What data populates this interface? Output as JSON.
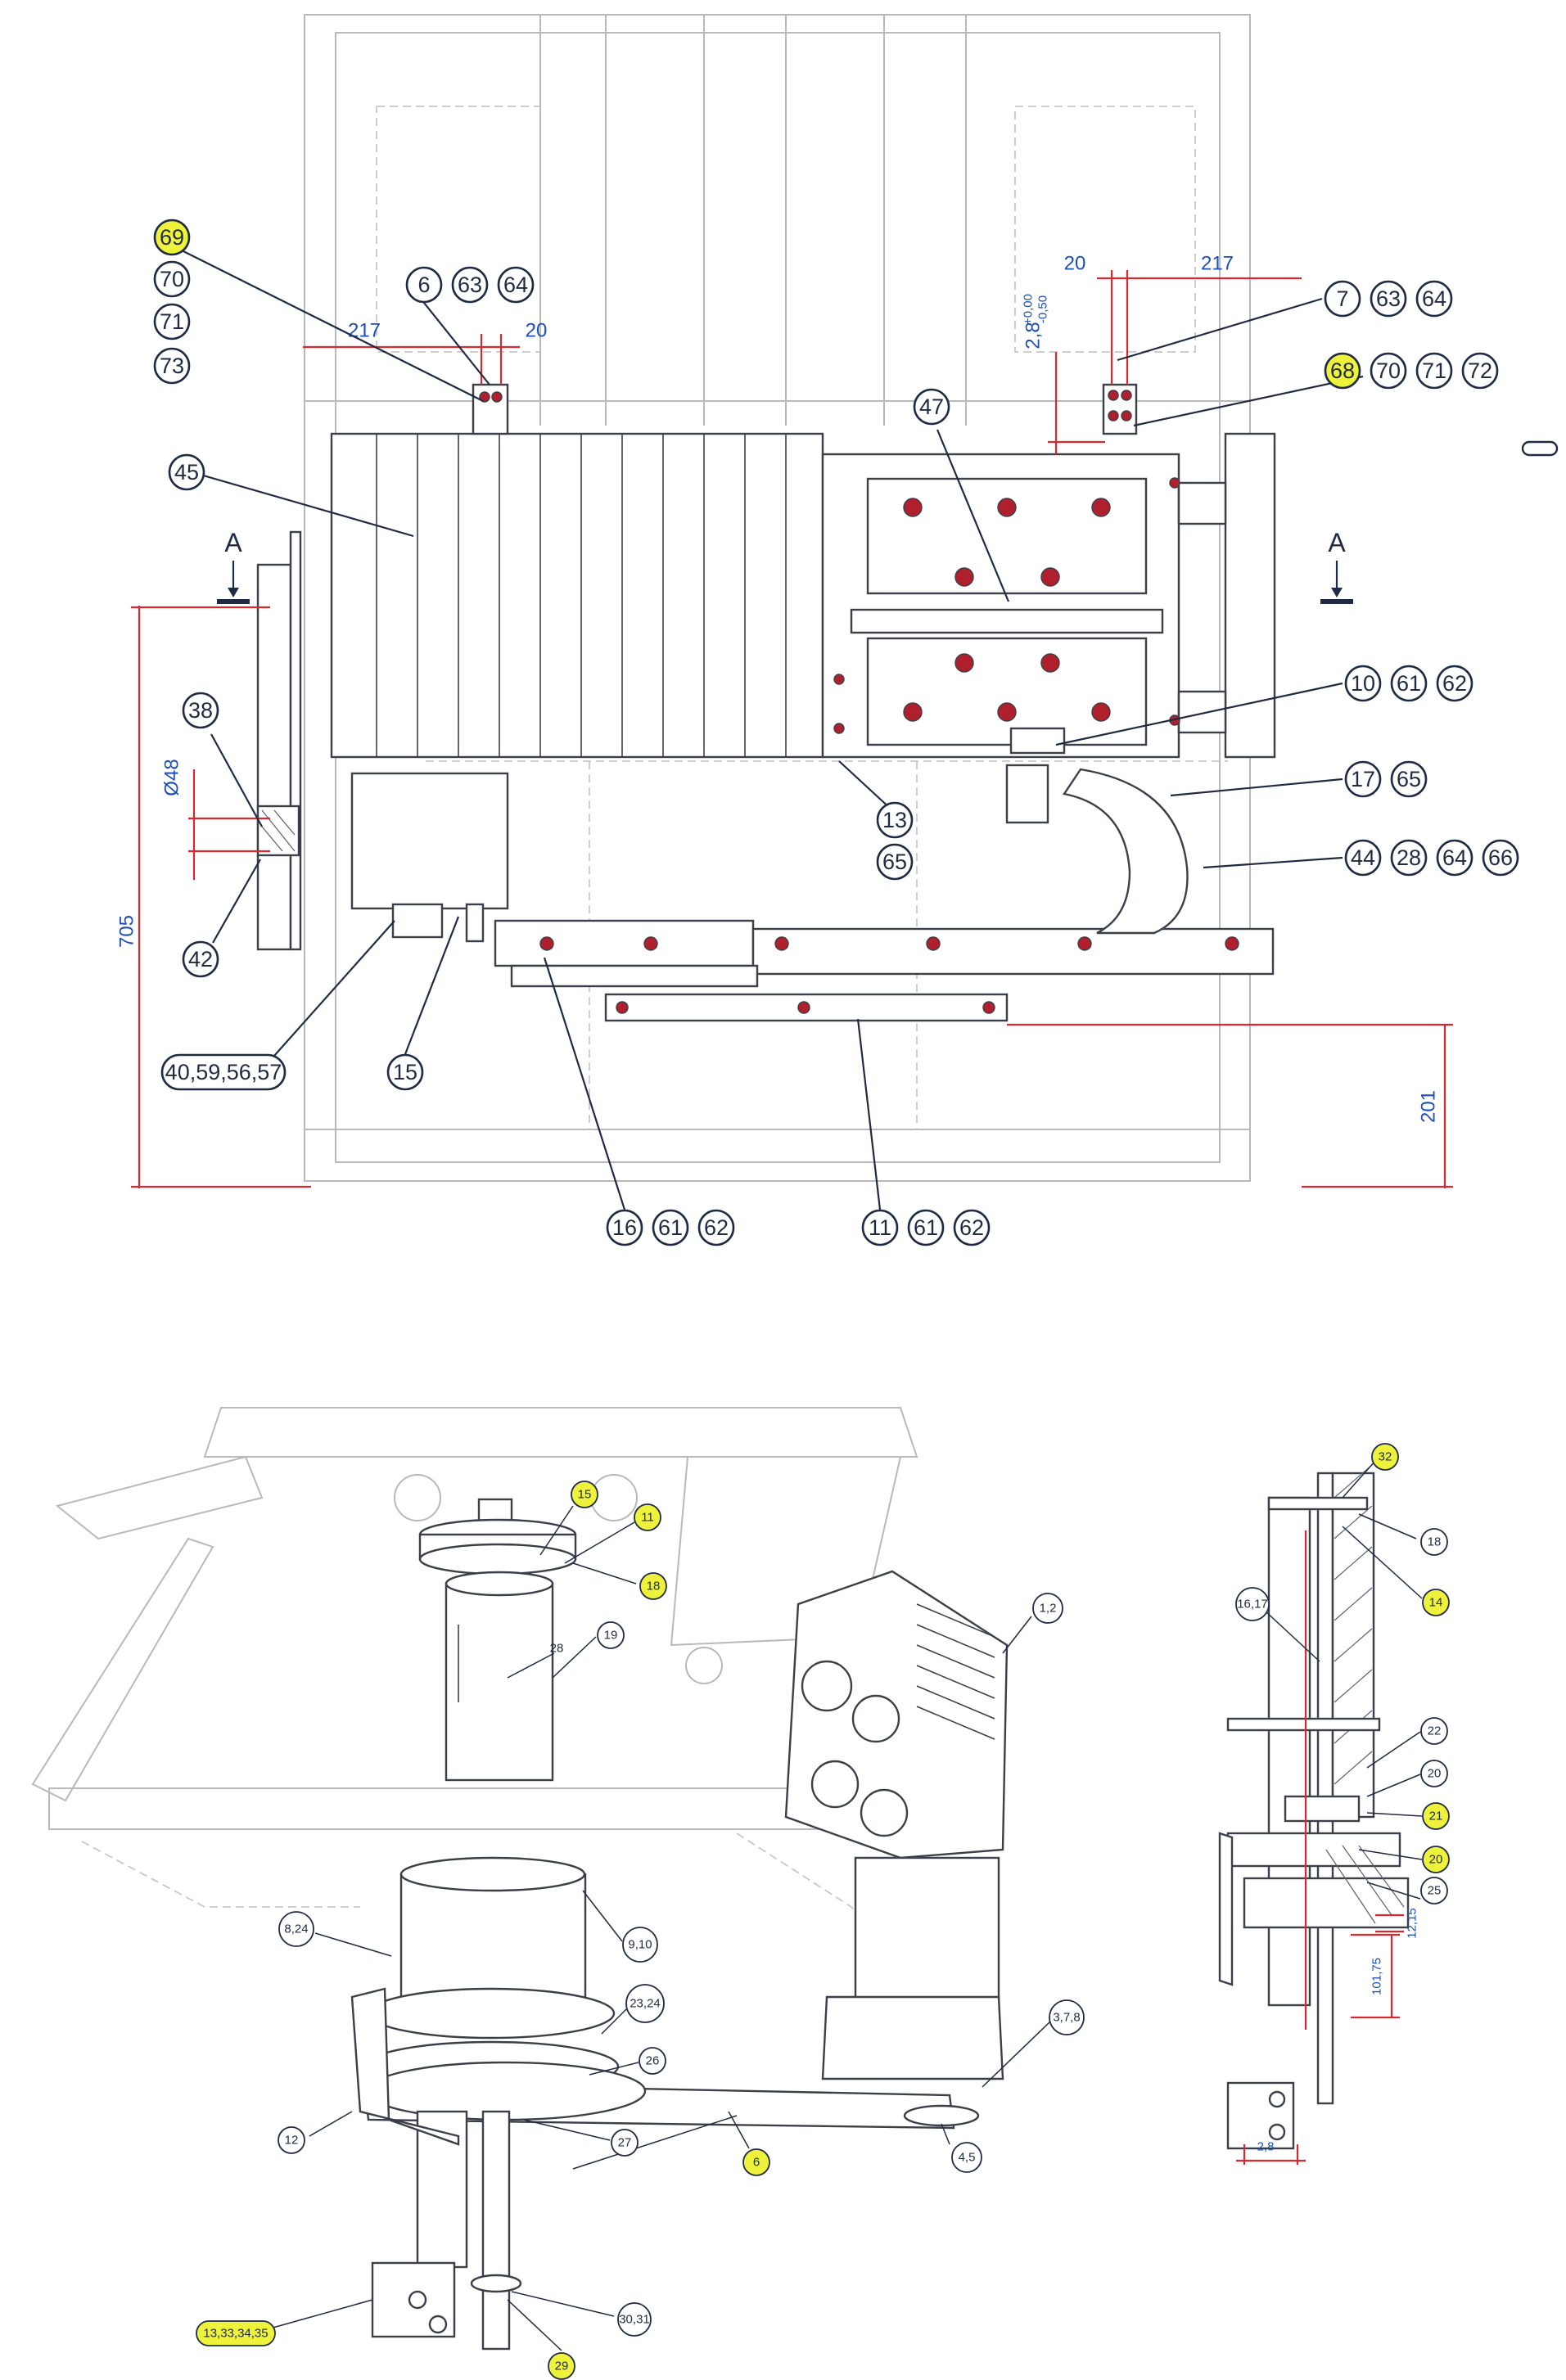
{
  "top_view": {
    "section_mark": "A",
    "balloons": [
      {
        "t": "69",
        "hl": true
      },
      {
        "t": "70"
      },
      {
        "t": "71"
      },
      {
        "t": "73"
      },
      {
        "t": "6"
      },
      {
        "t": "63"
      },
      {
        "t": "64"
      },
      {
        "t": "7"
      },
      {
        "t": "63"
      },
      {
        "t": "64"
      },
      {
        "t": "68",
        "hl": true
      },
      {
        "t": "70"
      },
      {
        "t": "71"
      },
      {
        "t": "72"
      },
      {
        "t": "45"
      },
      {
        "t": "47"
      },
      {
        "t": "38"
      },
      {
        "t": "42"
      },
      {
        "t": "10"
      },
      {
        "t": "61"
      },
      {
        "t": "62"
      },
      {
        "t": "13"
      },
      {
        "t": "65"
      },
      {
        "t": "17"
      },
      {
        "t": "65"
      },
      {
        "t": "44"
      },
      {
        "t": "28"
      },
      {
        "t": "64"
      },
      {
        "t": "66"
      },
      {
        "t": "40,59,56,57"
      },
      {
        "t": "15"
      },
      {
        "t": "16"
      },
      {
        "t": "61"
      },
      {
        "t": "62"
      },
      {
        "t": "11"
      },
      {
        "t": "61"
      },
      {
        "t": "62"
      }
    ],
    "dims": {
      "d217_left": "217",
      "d20_left": "20",
      "d20_right": "20",
      "d217_right": "217",
      "d_tol": "2,8",
      "d_tol_up": "+0,00",
      "d_tol_lo": "-0,50",
      "d48": "Ø48",
      "d705": "705",
      "d201": "201"
    }
  },
  "iso_view": {
    "balloons": [
      {
        "t": "15",
        "hl": true
      },
      {
        "t": "11",
        "hl": true
      },
      {
        "t": "18",
        "hl": true
      },
      {
        "t": "28"
      },
      {
        "t": "19"
      },
      {
        "t": "1,2"
      },
      {
        "t": "9,10"
      },
      {
        "t": "8,24"
      },
      {
        "t": "23,24"
      },
      {
        "t": "26"
      },
      {
        "t": "3,7,8"
      },
      {
        "t": "12"
      },
      {
        "t": "27"
      },
      {
        "t": "6",
        "hl": true
      },
      {
        "t": "4,5"
      },
      {
        "t": "13,33,34,35",
        "hl": true
      },
      {
        "t": "30,31"
      },
      {
        "t": "29",
        "hl": true
      }
    ]
  },
  "section_view": {
    "balloons": [
      {
        "t": "32",
        "hl": true
      },
      {
        "t": "18"
      },
      {
        "t": "14",
        "hl": true
      },
      {
        "t": "16,17"
      },
      {
        "t": "22"
      },
      {
        "t": "20"
      },
      {
        "t": "21",
        "hl": true
      },
      {
        "t": "20",
        "hl": true
      },
      {
        "t": "25"
      }
    ],
    "dims": {
      "d1215": "12,15",
      "d10175": "101,75",
      "d28": "2,8"
    }
  },
  "colors": {
    "dimension_line": "#d9292e",
    "dimension_text": "#1d4fb8",
    "highlight": "#eef23a",
    "outline": "#3a3f4a",
    "ghost": "#b9b9b9"
  }
}
